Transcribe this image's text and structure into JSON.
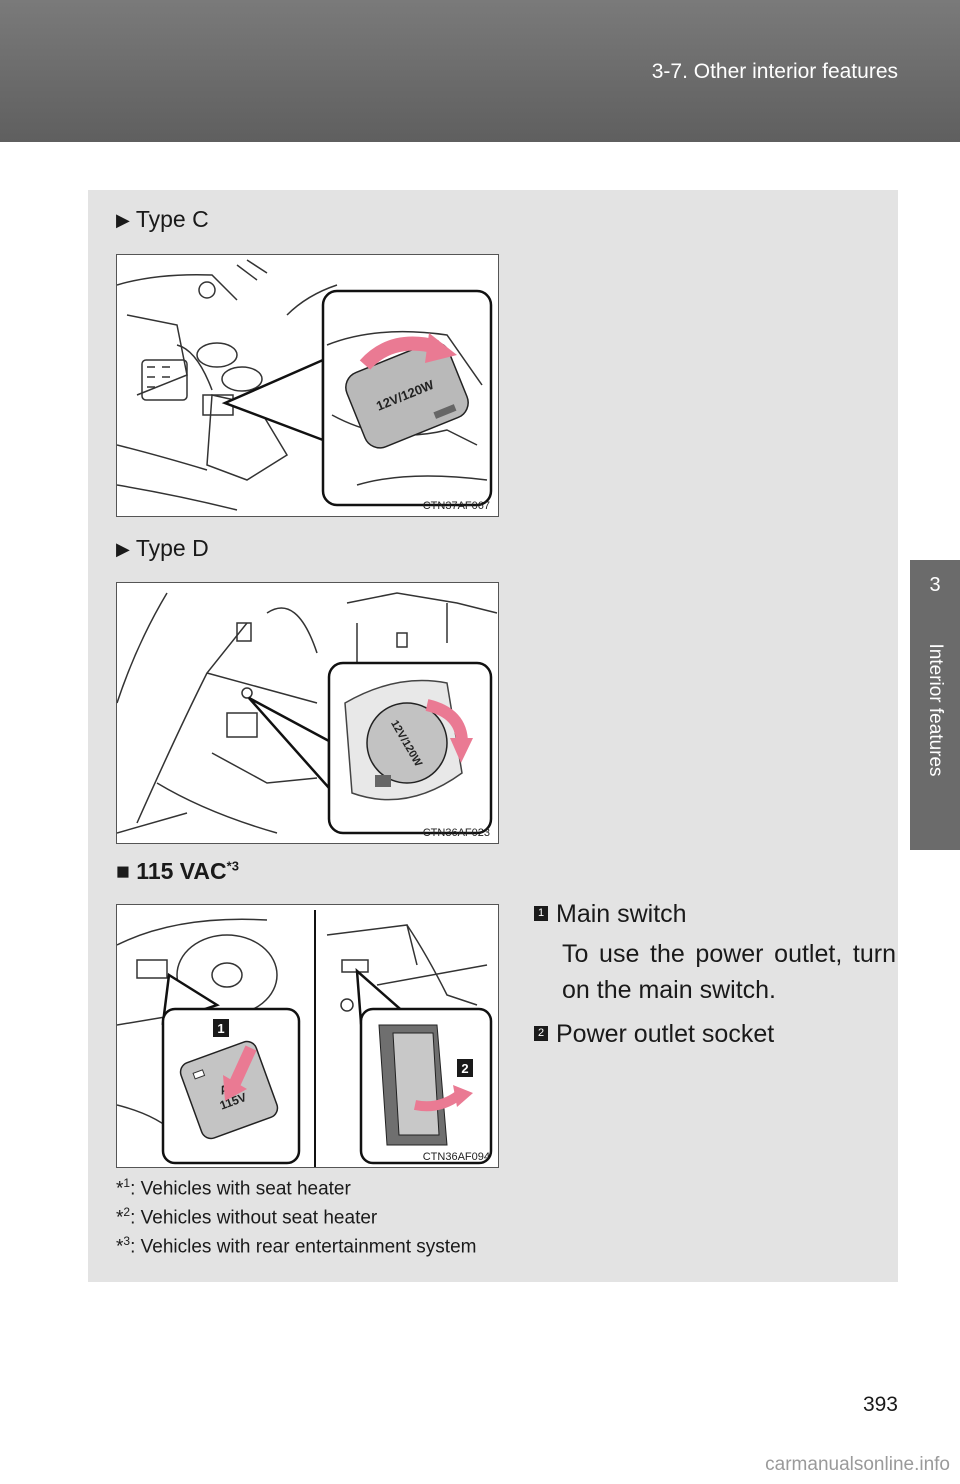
{
  "header": {
    "title": "3-7. Other interior features"
  },
  "side_tab": {
    "chapter_number": "3",
    "chapter_label": "Interior features"
  },
  "items": [
    {
      "label": "Type C",
      "figure_code": "CTN37AF067",
      "cap_text": "12V/120W"
    },
    {
      "label": "Type D",
      "figure_code": "CTN36AF023",
      "cap_text": "12V/120W"
    }
  ],
  "section": {
    "title": "115 VAC",
    "marker": "*3"
  },
  "figure3": {
    "figure_code": "CTN36AF094",
    "callout_1": "1",
    "callout_2": "2",
    "switch_text_line1": "AC",
    "switch_text_line2": "115V"
  },
  "legend": [
    {
      "number": "1",
      "label": "Main switch",
      "description": "To use the power outlet, turn on the main switch."
    },
    {
      "number": "2",
      "label": "Power outlet socket"
    }
  ],
  "footnotes": [
    {
      "marker": "*",
      "sup": "1",
      "text": ": Vehicles with seat heater"
    },
    {
      "marker": "*",
      "sup": "2",
      "text": ": Vehicles without seat heater"
    },
    {
      "marker": "*",
      "sup": "3",
      "text": ": Vehicles with rear entertainment system"
    }
  ],
  "page_number": "393",
  "watermark": "carmanualsonline.info"
}
